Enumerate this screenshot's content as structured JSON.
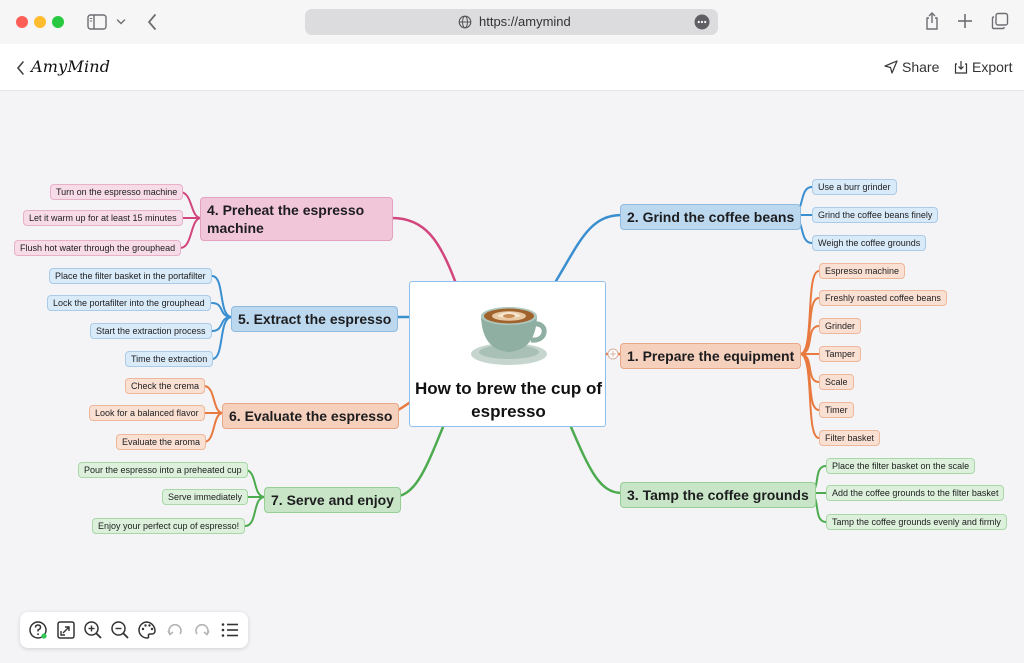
{
  "browser": {
    "url": "https://amymind"
  },
  "app": {
    "brand": "AmyMind",
    "share_label": "Share",
    "export_label": "Export"
  },
  "mindmap": {
    "center": {
      "title": "How to brew the cup of espresso",
      "image": "coffee-cup-image"
    },
    "branches": [
      {
        "title": "1. Prepare the equipment",
        "color": "#e8793f",
        "items": [
          "Espresso machine",
          "Freshly roasted coffee beans",
          "Grinder",
          "Tamper",
          "Scale",
          "Timer",
          "Filter basket"
        ]
      },
      {
        "title": "2. Grind the coffee beans",
        "color": "#3a8fd0",
        "items": [
          "Use a burr grinder",
          "Grind the coffee beans finely",
          "Weigh the coffee grounds"
        ]
      },
      {
        "title": "3. Tamp the coffee grounds",
        "color": "#4caa4f",
        "items": [
          "Place the filter basket on the scale",
          "Add the coffee grounds to the filter basket",
          "Tamp the coffee grounds evenly and firmly"
        ]
      },
      {
        "title": "4. Preheat the espresso machine",
        "color": "#d2457d",
        "items": [
          "Turn on the espresso machine",
          "Let it warm up for at least 15 minutes",
          "Flush hot water through the grouphead"
        ]
      },
      {
        "title": "5. Extract the espresso",
        "color": "#3a8fd0",
        "items": [
          "Place the filter basket in the portafilter",
          "Lock the portafilter into the grouphead",
          "Start the extraction process",
          "Time the extraction"
        ]
      },
      {
        "title": "6. Evaluate the espresso",
        "color": "#e8793f",
        "items": [
          "Check the crema",
          "Look for a balanced flavor",
          "Evaluate the aroma"
        ]
      },
      {
        "title": "7. Serve and enjoy",
        "color": "#4caa4f",
        "items": [
          "Pour the espresso into a preheated cup",
          "Serve immediately",
          "Enjoy your perfect cup of espresso!"
        ]
      }
    ]
  },
  "toolbar": {
    "tools": [
      "help-icon",
      "fit-screen-icon",
      "zoom-in-icon",
      "zoom-out-icon",
      "palette-icon",
      "undo-icon",
      "redo-icon",
      "outline-list-icon"
    ]
  }
}
